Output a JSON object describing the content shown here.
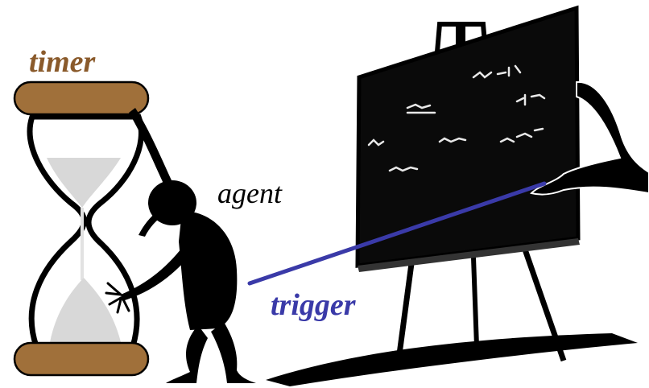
{
  "labels": {
    "timer": "timer",
    "agent": "agent",
    "trigger": "trigger"
  },
  "colors": {
    "timer_label": "#8a5a2b",
    "agent_label": "#000000",
    "trigger_label": "#3a3aa8",
    "hourglass_cap": "#a0703a",
    "trigger_line": "#3a3aa8",
    "silhouette": "#000000",
    "sand": "#d8d8d8"
  },
  "illustrations": {
    "left": "hourglass-icon",
    "middle": "agent-silhouette-icon",
    "right": "blackboard-easel-icon"
  }
}
